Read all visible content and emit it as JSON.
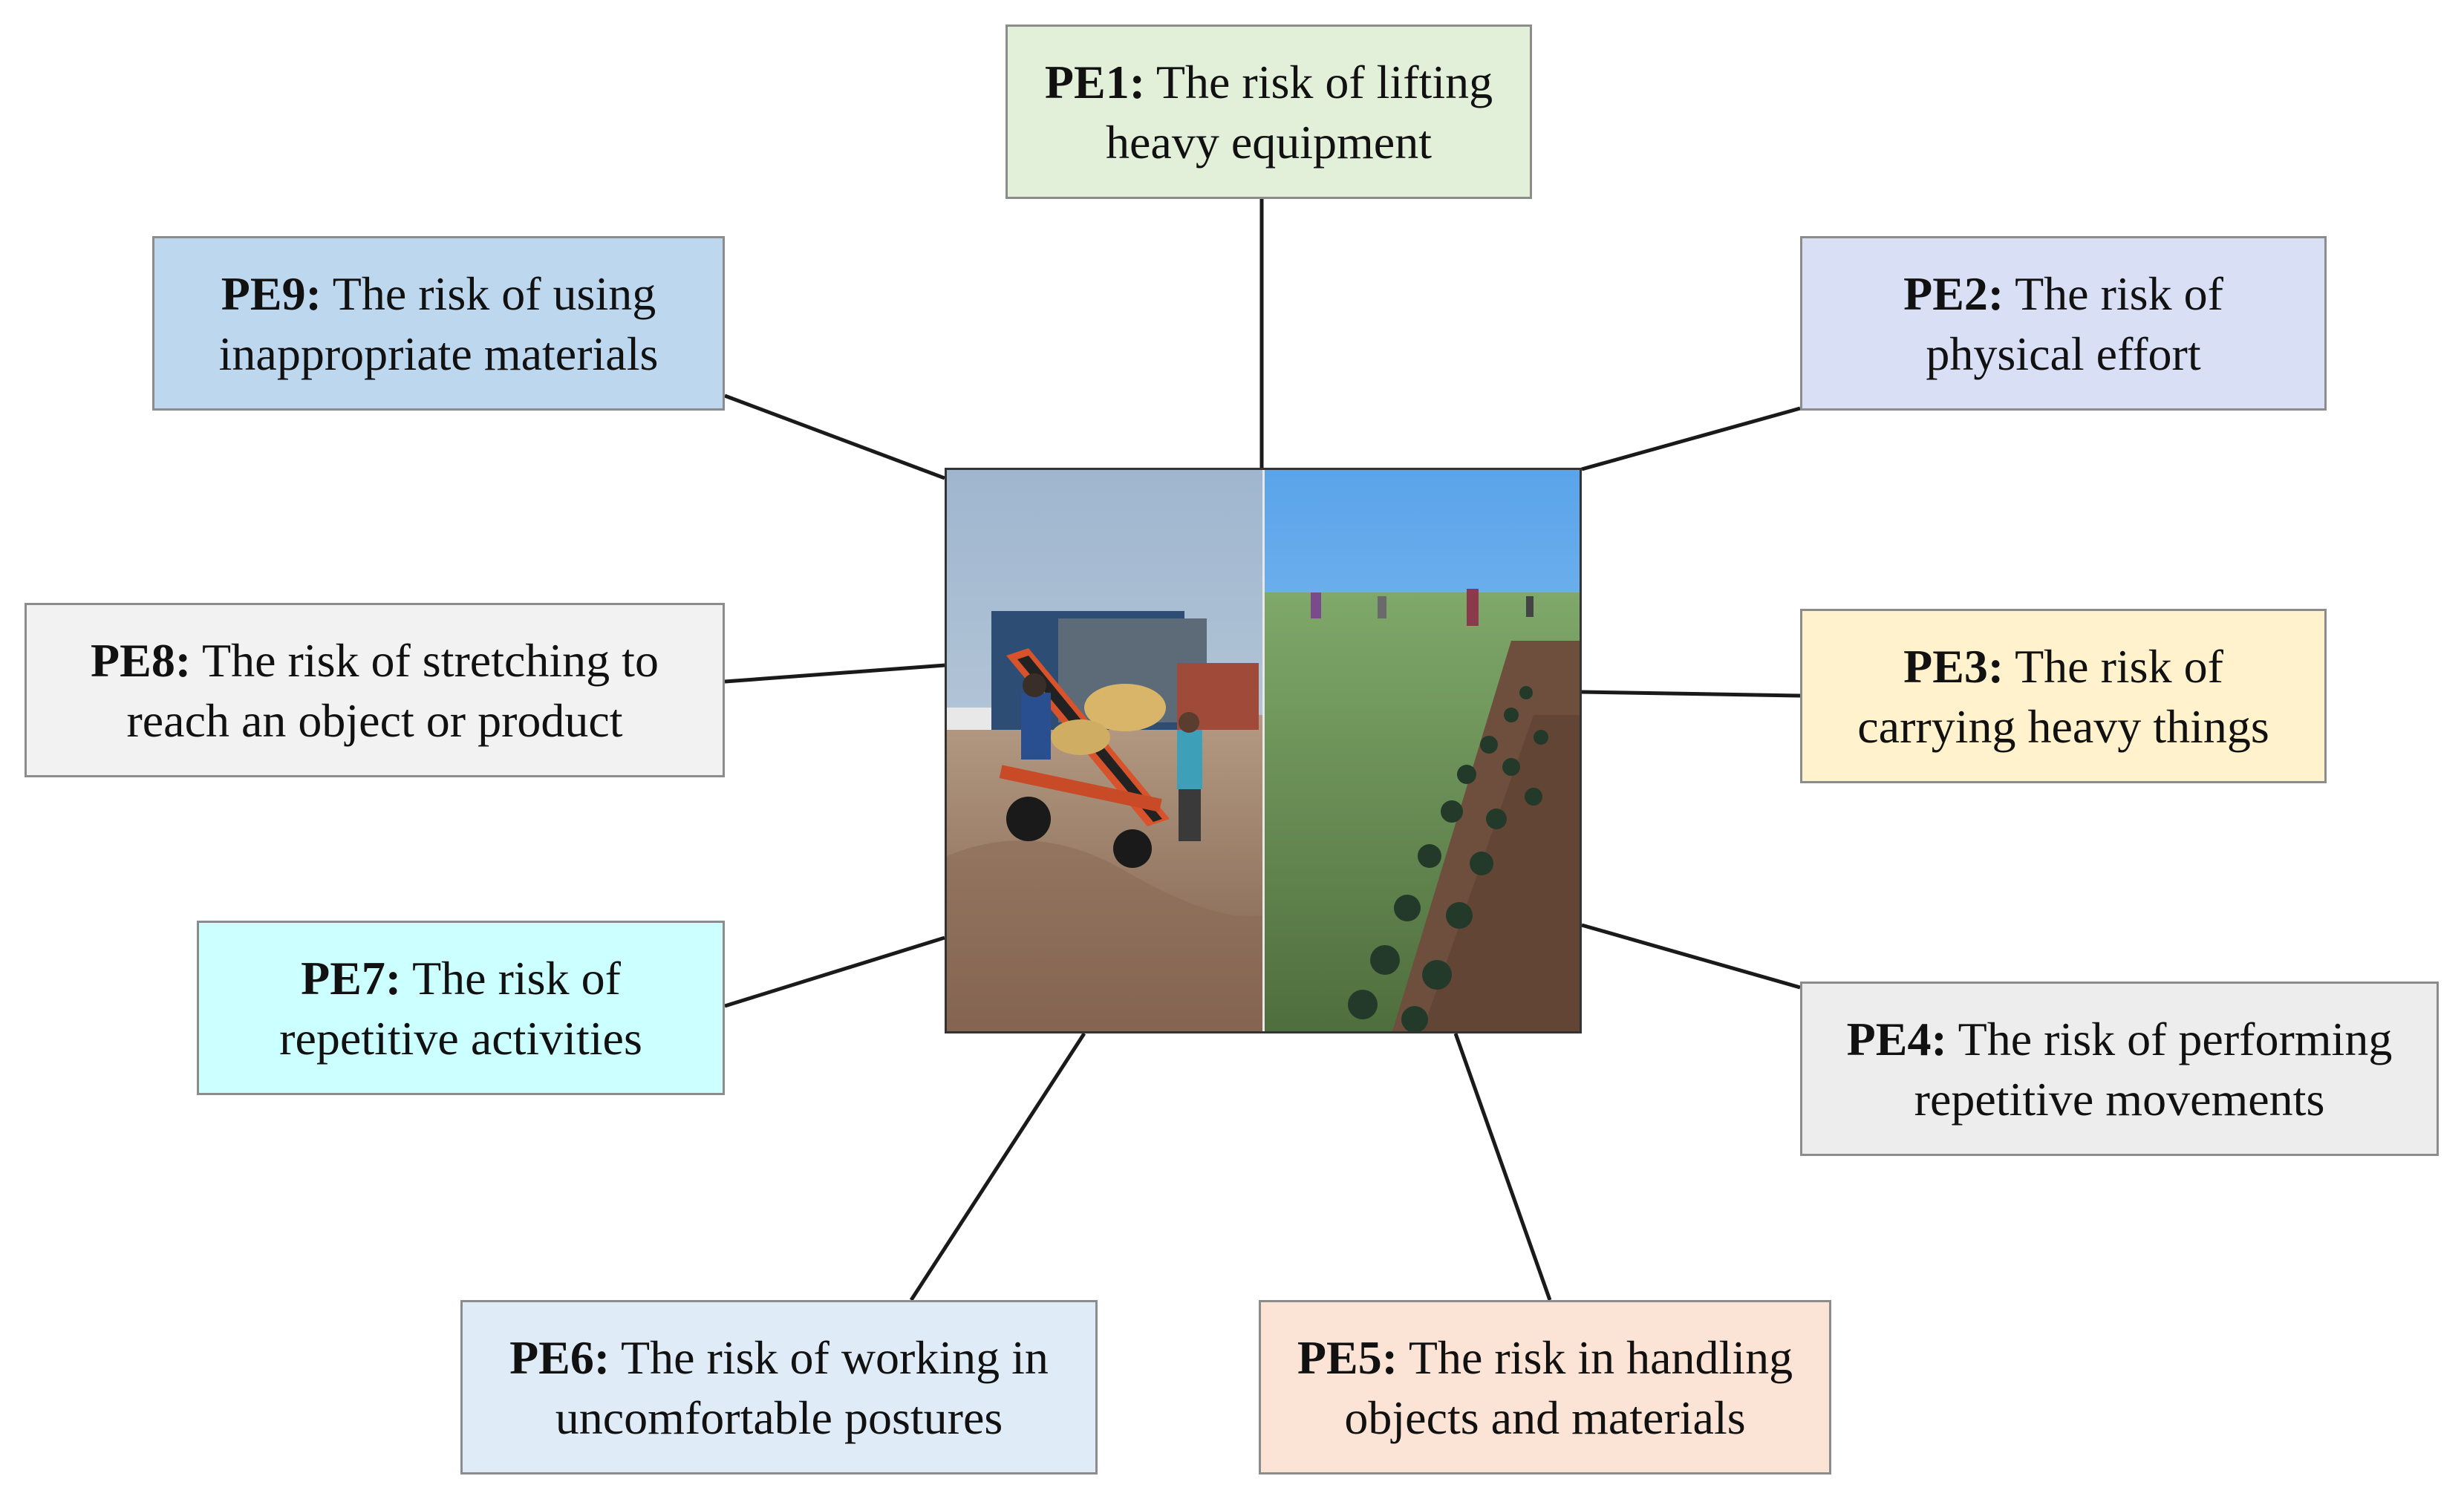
{
  "nodes": [
    {
      "id": "PE1",
      "label": "PE1:",
      "text_line1": "The risk of lifting",
      "text_line2": "heavy equipment",
      "fill": "#e2efd9"
    },
    {
      "id": "PE2",
      "label": "PE2:",
      "text_line1": "The risk of",
      "text_line2": "physical effort",
      "fill": "#d9dff4"
    },
    {
      "id": "PE3",
      "label": "PE3:",
      "text_line1": "The risk of",
      "text_line2": "carrying heavy things",
      "fill": "#fff2cc"
    },
    {
      "id": "PE4",
      "label": "PE4:",
      "text_line1": "The risk of performing",
      "text_line2": "repetitive movements",
      "fill": "#ededed"
    },
    {
      "id": "PE5",
      "label": "PE5:",
      "text_line1": "The risk in handling",
      "text_line2": "objects and materials",
      "fill": "#fbe4d5"
    },
    {
      "id": "PE6",
      "label": "PE6:",
      "text_line1": "The risk of working in",
      "text_line2": "uncomfortable postures",
      "fill": "#dfebf6"
    },
    {
      "id": "PE7",
      "label": "PE7:",
      "text_line1": "The risk of",
      "text_line2": "repetitive activities",
      "fill": "#ccffff"
    },
    {
      "id": "PE8",
      "label": "PE8:",
      "text_line1": "The risk of stretching to",
      "text_line2": "reach an object or product",
      "fill": "#f2f2f2"
    },
    {
      "id": "PE9",
      "label": "PE9:",
      "text_line1": "The risk of using",
      "text_line2": "inappropriate materials",
      "fill": "#bdd7ee"
    }
  ],
  "center": {
    "image": "farm-workers-photo"
  },
  "colors": {
    "connector": "#1a1a1a",
    "box_border": "#8c8c8c",
    "text": "#111111"
  }
}
